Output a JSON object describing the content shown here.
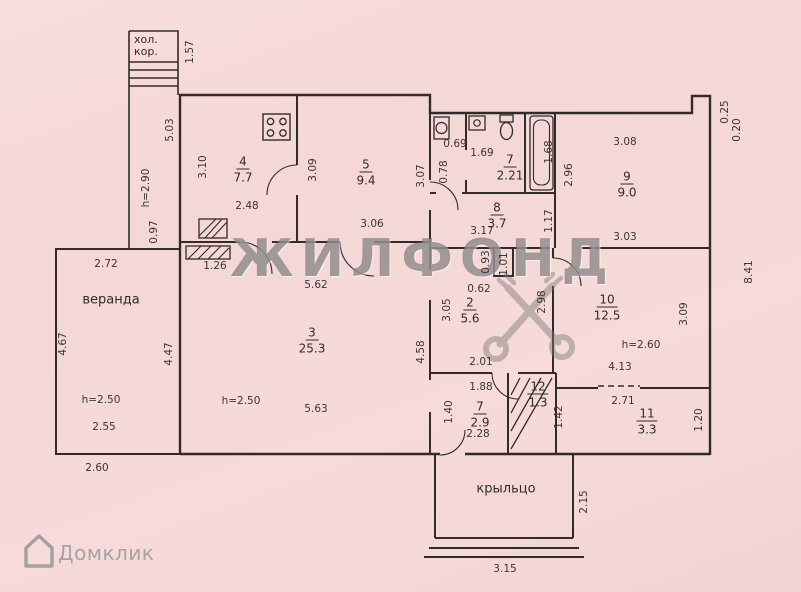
{
  "watermark": {
    "text": "ЖИЛФОНД"
  },
  "brand": {
    "text": "Домклик"
  },
  "labels": {
    "cold_line1": "хол.",
    "cold_line2": "кор.",
    "veranda": "веранда",
    "porch": "крыльцо"
  },
  "rooms": {
    "r4": {
      "num": "4",
      "area": "7.7"
    },
    "r5": {
      "num": "5",
      "area": "9.4"
    },
    "r7a": {
      "num": "7",
      "area": "2.21"
    },
    "r8": {
      "num": "8",
      "area": "3.7"
    },
    "r9": {
      "num": "9",
      "area": "9.0"
    },
    "r3": {
      "num": "3",
      "area": "25.3"
    },
    "r2": {
      "num": "2",
      "area": "5.6"
    },
    "r10": {
      "num": "10",
      "area": "12.5"
    },
    "r7b": {
      "num": "7",
      "area": "2.9"
    },
    "r12": {
      "num": "12",
      "area": "1.3"
    },
    "r11": {
      "num": "11",
      "area": "3.3"
    }
  },
  "dims": {
    "d157": "1.57",
    "d503": "5.03",
    "h290": "h=2.90",
    "d097": "0.97",
    "d310": "3.10",
    "d248": "2.48",
    "d309a": "3.09",
    "d307": "3.07",
    "d306": "3.06",
    "d069": "0.69",
    "d078": "0.78",
    "d169": "1.69",
    "d168": "1.68",
    "d317": "3.17",
    "d117": "1.17",
    "d308": "3.08",
    "d296": "2.96",
    "d303": "3.03",
    "d025": "0.25",
    "d020": "0.20",
    "d841": "8.41",
    "d272": "2.72",
    "d467": "4.67",
    "d447": "4.47",
    "h250a": "h=2.50",
    "d255": "2.55",
    "d260": "2.60",
    "d126": "1.26",
    "d562": "5.62",
    "d458": "4.58",
    "h250b": "h=2.50",
    "d563": "5.63",
    "d305": "3.05",
    "d093": "0.93",
    "d101": "1.01",
    "d062": "0.62",
    "d298": "2.98",
    "d201": "2.01",
    "d309b": "3.09",
    "h260": "h=2.60",
    "d413": "4.13",
    "d188": "1.88",
    "d140": "1.40",
    "d228": "2.28",
    "d142": "1.42",
    "d271": "2.71",
    "d120": "1.20",
    "d215": "2.15",
    "d315": "3.15"
  },
  "colors": {
    "paper": "#f4d7d6",
    "ink": "#2f2c2a",
    "watermark_gray": "#767270",
    "brand_gray": "#a5a2a2"
  }
}
